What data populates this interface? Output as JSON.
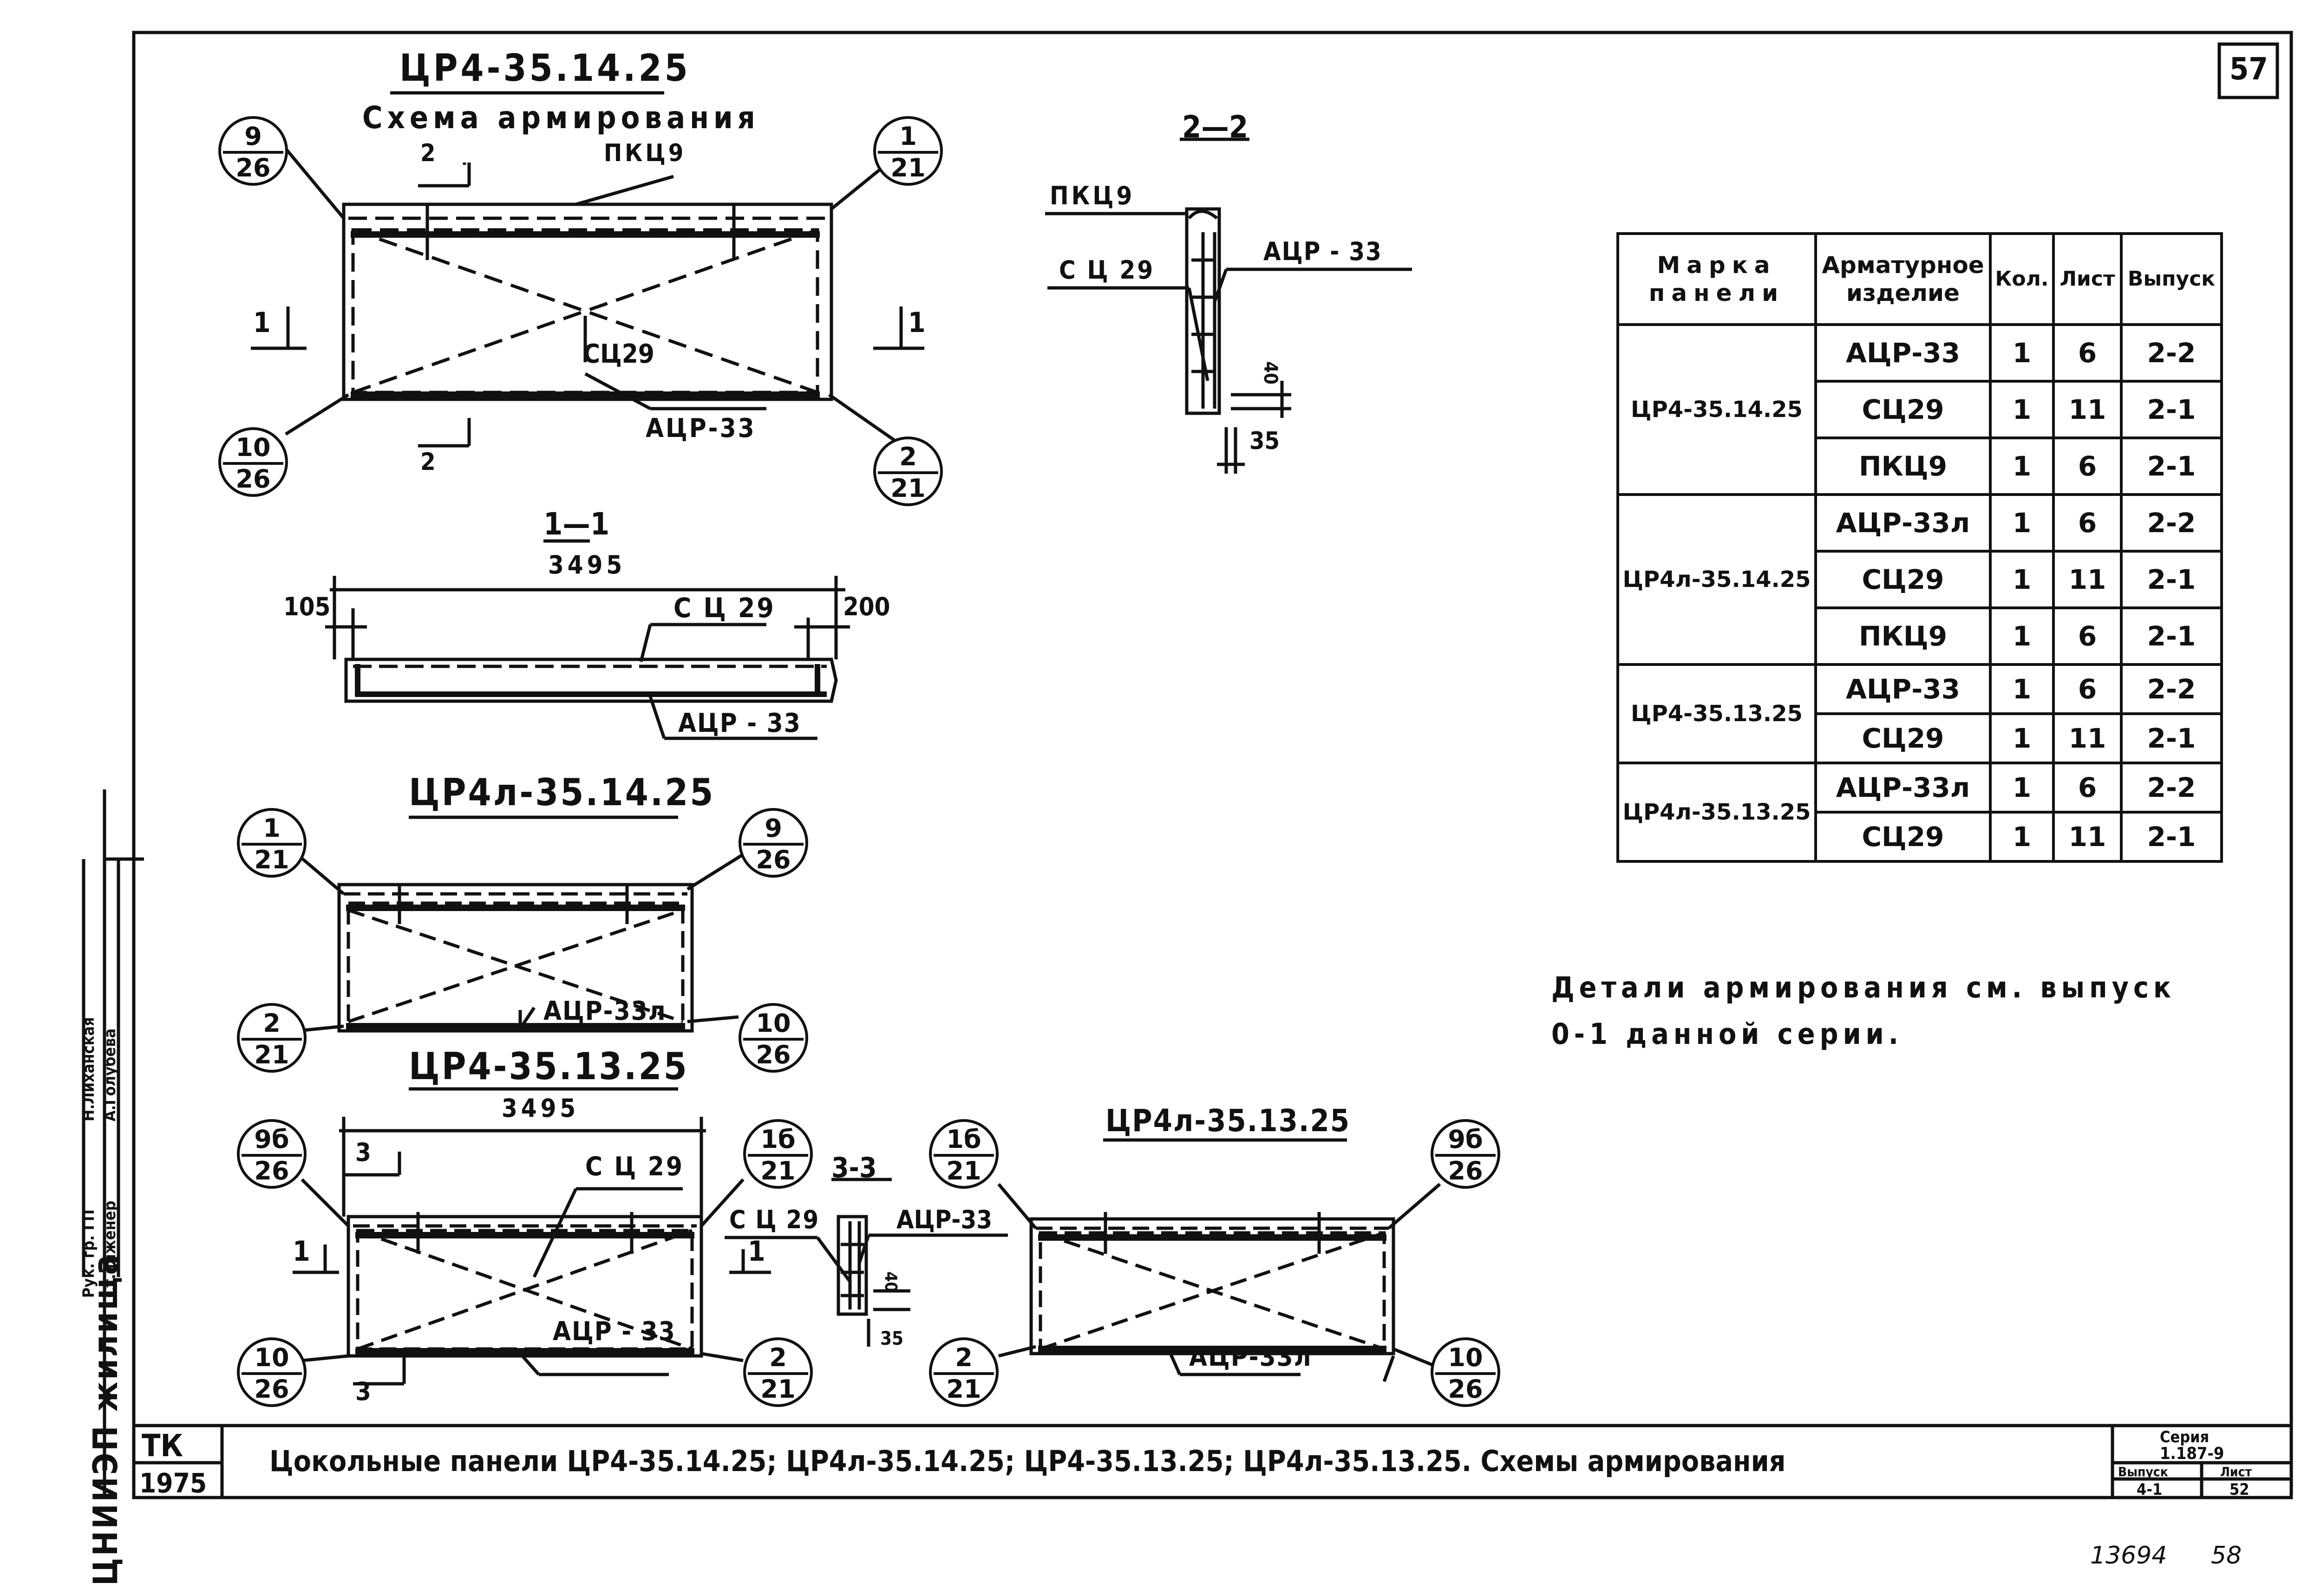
{
  "sheet": {
    "page_number": "57",
    "stamp_number": "13694",
    "stamp_page": "58"
  },
  "drawings": {
    "main_title": "ЦР4-35.14.25",
    "main_subtitle": "Схема армирования",
    "section_2_2": "2—2",
    "section_1_1": "1—1",
    "section_3_3": "3-3",
    "panel_a_title": "ЦР4л-35.14.25",
    "panel_b_title": "ЦР4-35.13.25",
    "panel_c_title": "ЦР4л-35.13.25",
    "labels": {
      "pkts9": "ПКЦ9",
      "sts29": "СЦ29",
      "sts29_spaced": "С Ц 29",
      "atsr33": "АЦР-33",
      "atsr33_spaced": "АЦР - 33",
      "atsr33l": "АЦР-33л",
      "dim_3495": "3495",
      "dim_105": "105",
      "dim_200": "200",
      "dim_40": "40",
      "dim_35": "35",
      "cut_1": "1",
      "cut_2": "2",
      "cut_3": "3"
    },
    "bubbles": {
      "b9_26": {
        "top": "9",
        "bottom": "26"
      },
      "b1_21": {
        "top": "1",
        "bottom": "21"
      },
      "b10_26": {
        "top": "10",
        "bottom": "26"
      },
      "b2_21": {
        "top": "2",
        "bottom": "21"
      },
      "b9b_26": {
        "top": "9б",
        "bottom": "26"
      },
      "b1b_21": {
        "top": "1б",
        "bottom": "21"
      }
    }
  },
  "spec_table": {
    "headers": [
      "Марка панели",
      "Арматурное изделие",
      "Кол.",
      "Лист",
      "Выпуск"
    ],
    "groups": [
      {
        "mark": "ЦР4-35.14.25",
        "rows": [
          {
            "item": "АЦР-33",
            "qty": "1",
            "sheet": "6",
            "issue": "2-2"
          },
          {
            "item": "СЦ29",
            "qty": "1",
            "sheet": "11",
            "issue": "2-1"
          },
          {
            "item": "ПКЦ9",
            "qty": "1",
            "sheet": "6",
            "issue": "2-1"
          }
        ]
      },
      {
        "mark": "ЦР4л-35.14.25",
        "rows": [
          {
            "item": "АЦР-33л",
            "qty": "1",
            "sheet": "6",
            "issue": "2-2"
          },
          {
            "item": "СЦ29",
            "qty": "1",
            "sheet": "11",
            "issue": "2-1"
          },
          {
            "item": "ПКЦ9",
            "qty": "1",
            "sheet": "6",
            "issue": "2-1"
          }
        ]
      },
      {
        "mark": "ЦР4-35.13.25",
        "rows": [
          {
            "item": "АЦР-33",
            "qty": "1",
            "sheet": "6",
            "issue": "2-2"
          },
          {
            "item": "СЦ29",
            "qty": "1",
            "sheet": "11",
            "issue": "2-1"
          }
        ]
      },
      {
        "mark": "ЦР4л-35.13.25",
        "rows": [
          {
            "item": "АЦР-33л",
            "qty": "1",
            "sheet": "6",
            "issue": "2-2"
          },
          {
            "item": "СЦ29",
            "qty": "1",
            "sheet": "11",
            "issue": "2-1"
          }
        ]
      }
    ]
  },
  "note": {
    "line1": "Детали армирования см. выпуск",
    "line2": "0-1 данной серии."
  },
  "side_stamp": {
    "org": "ЦНИИЭП жилища",
    "role1": "Рук. гр. ГП",
    "name1": "Н.Лиханская",
    "role2": "Ст.инженер",
    "name2": "А.Голубева"
  },
  "title_block": {
    "code": "ТК",
    "year": "1975",
    "title": "Цокольные панели ЦР4-35.14.25; ЦР4л-35.14.25; ЦР4-35.13.25; ЦР4л-35.13.25. Схемы армирования",
    "series_label": "Серия",
    "series_value": "1.187-9",
    "issue_label": "Выпуск",
    "issue_value": "4-1",
    "sheet_label": "Лист",
    "sheet_value": "52"
  }
}
